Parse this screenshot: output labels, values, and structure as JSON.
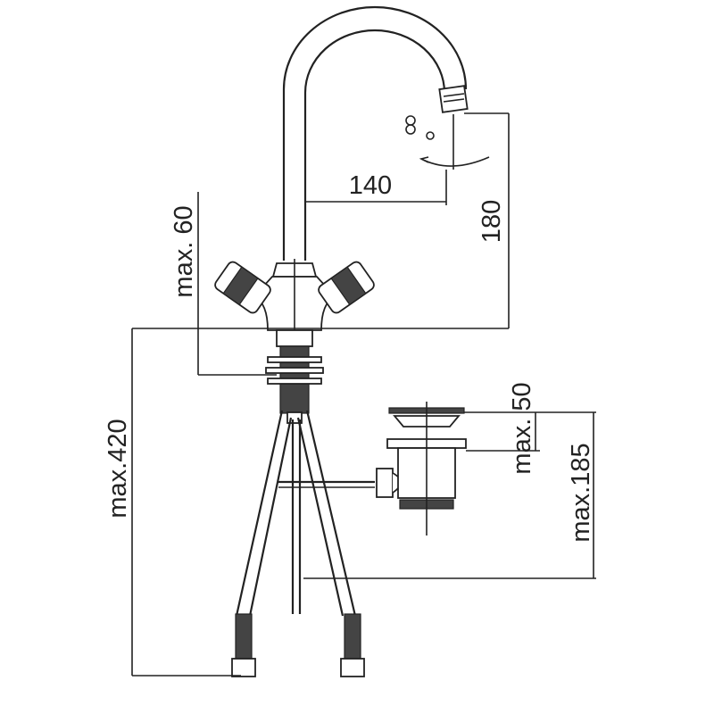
{
  "dimensions": {
    "spout_reach": "140",
    "spout_height": "180",
    "max_deck_thickness": "max. 60",
    "max_hose_length": "max.420",
    "max_waste_top": "max. 50",
    "max_waste_depth": "max.185"
  },
  "colors": {
    "line": "#222222",
    "background": "#ffffff"
  }
}
